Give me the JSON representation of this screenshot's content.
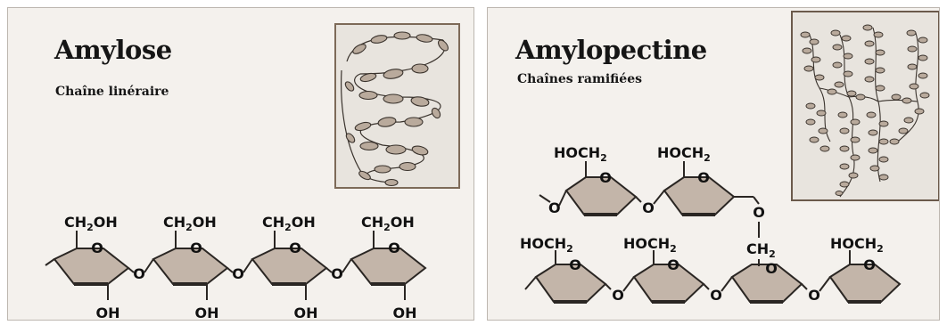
{
  "amylose": {
    "title": "Amylose",
    "subtitle": "Chaîne linéraire",
    "ring_atom": "O",
    "bridge_atom": "O",
    "group_top": "CH",
    "group_top_sub": "2",
    "group_top_tail": "OH",
    "group_bottom": "OH"
  },
  "amylopectine": {
    "title": "Amylopectine",
    "subtitle": "Chaînes ramifiées",
    "ring_atom": "O",
    "bridge_atom": "O",
    "group_top": "HOCH",
    "group_top_sub": "2",
    "branch_group": "CH",
    "branch_group_sub": "2"
  },
  "colors": {
    "ring_fill": "#c3b5a9",
    "ring_stroke": "#2a2623",
    "inset_bg": "#e8e4de",
    "inset_border": "#7d6a58",
    "panel_bg": "#f4f1ed"
  }
}
